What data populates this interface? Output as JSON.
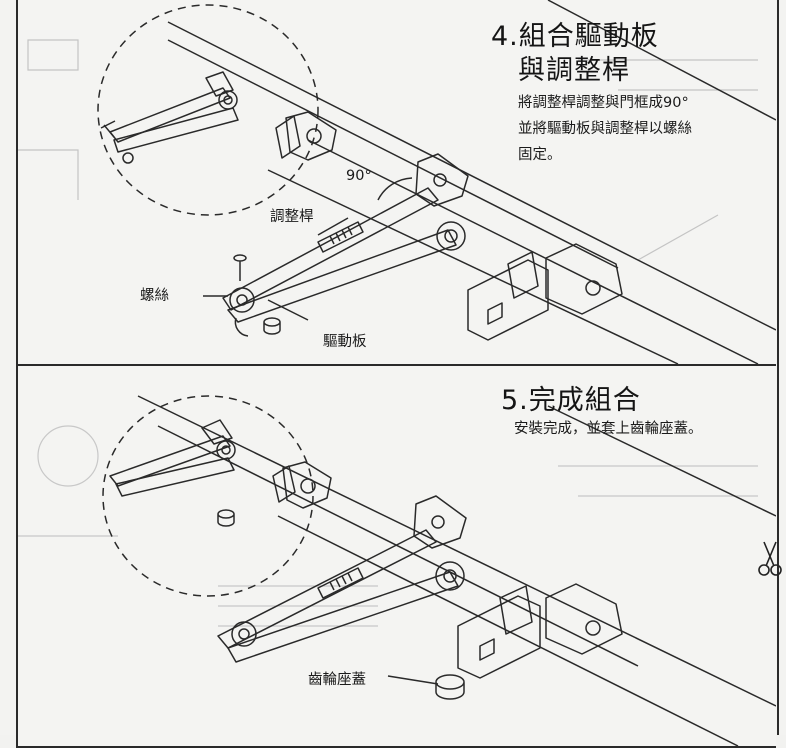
{
  "step4": {
    "number": "4.",
    "title_line1": "組合驅動板",
    "title_line2": "與調整桿",
    "description": "將調整桿調整與門框成90°\n並將驅動板與調整桿以螺絲\n固定。",
    "labels": {
      "angle": "90°",
      "adjust_rod": "調整桿",
      "screw": "螺絲",
      "drive_plate": "驅動板"
    }
  },
  "step5": {
    "number": "5.",
    "title": "完成組合",
    "description": "安裝完成，並套上齒輪座蓋。",
    "labels": {
      "gear_cover": "齒輪座蓋"
    }
  },
  "icons": [
    "scissors-icon"
  ],
  "colors": {
    "ink": "#1c1c1c",
    "paper": "#f3f3f1",
    "bleed": "#bdbdbd"
  }
}
